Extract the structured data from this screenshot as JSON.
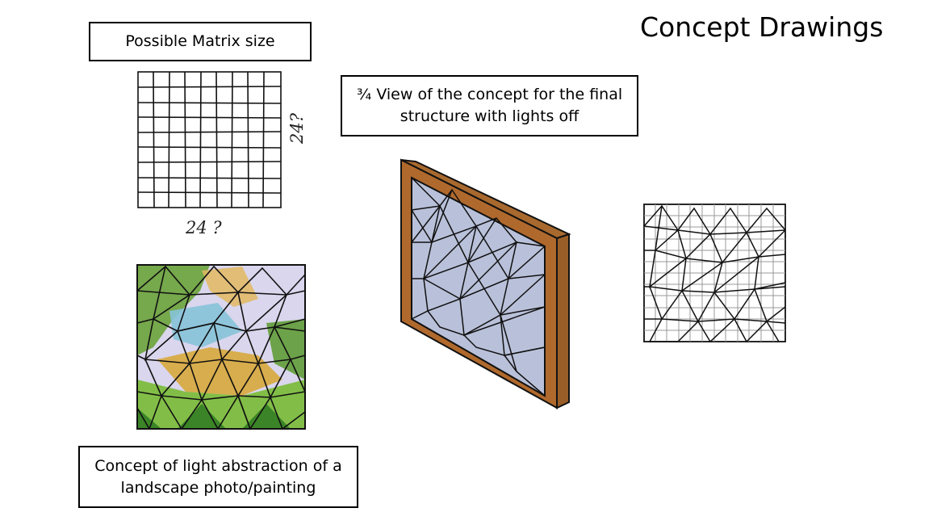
{
  "title": "Concept Drawings",
  "labels": {
    "matrix_size": "Possible Matrix size",
    "three_quarter_view": [
      "¾ View of the concept for the final",
      "structure with lights off"
    ],
    "landscape_concept": [
      "Concept of light abstraction of a",
      "landscape photo/painting"
    ]
  },
  "annotations": {
    "rows": "24?",
    "cols": "24 ?"
  },
  "colors": {
    "frame_wood": "#a8692e",
    "panel": "#b7bfd8",
    "green": "#6fb33a",
    "blue": "#8ec9dc",
    "ochre": "#d9ad46",
    "lavender": "#c9c6e8"
  }
}
